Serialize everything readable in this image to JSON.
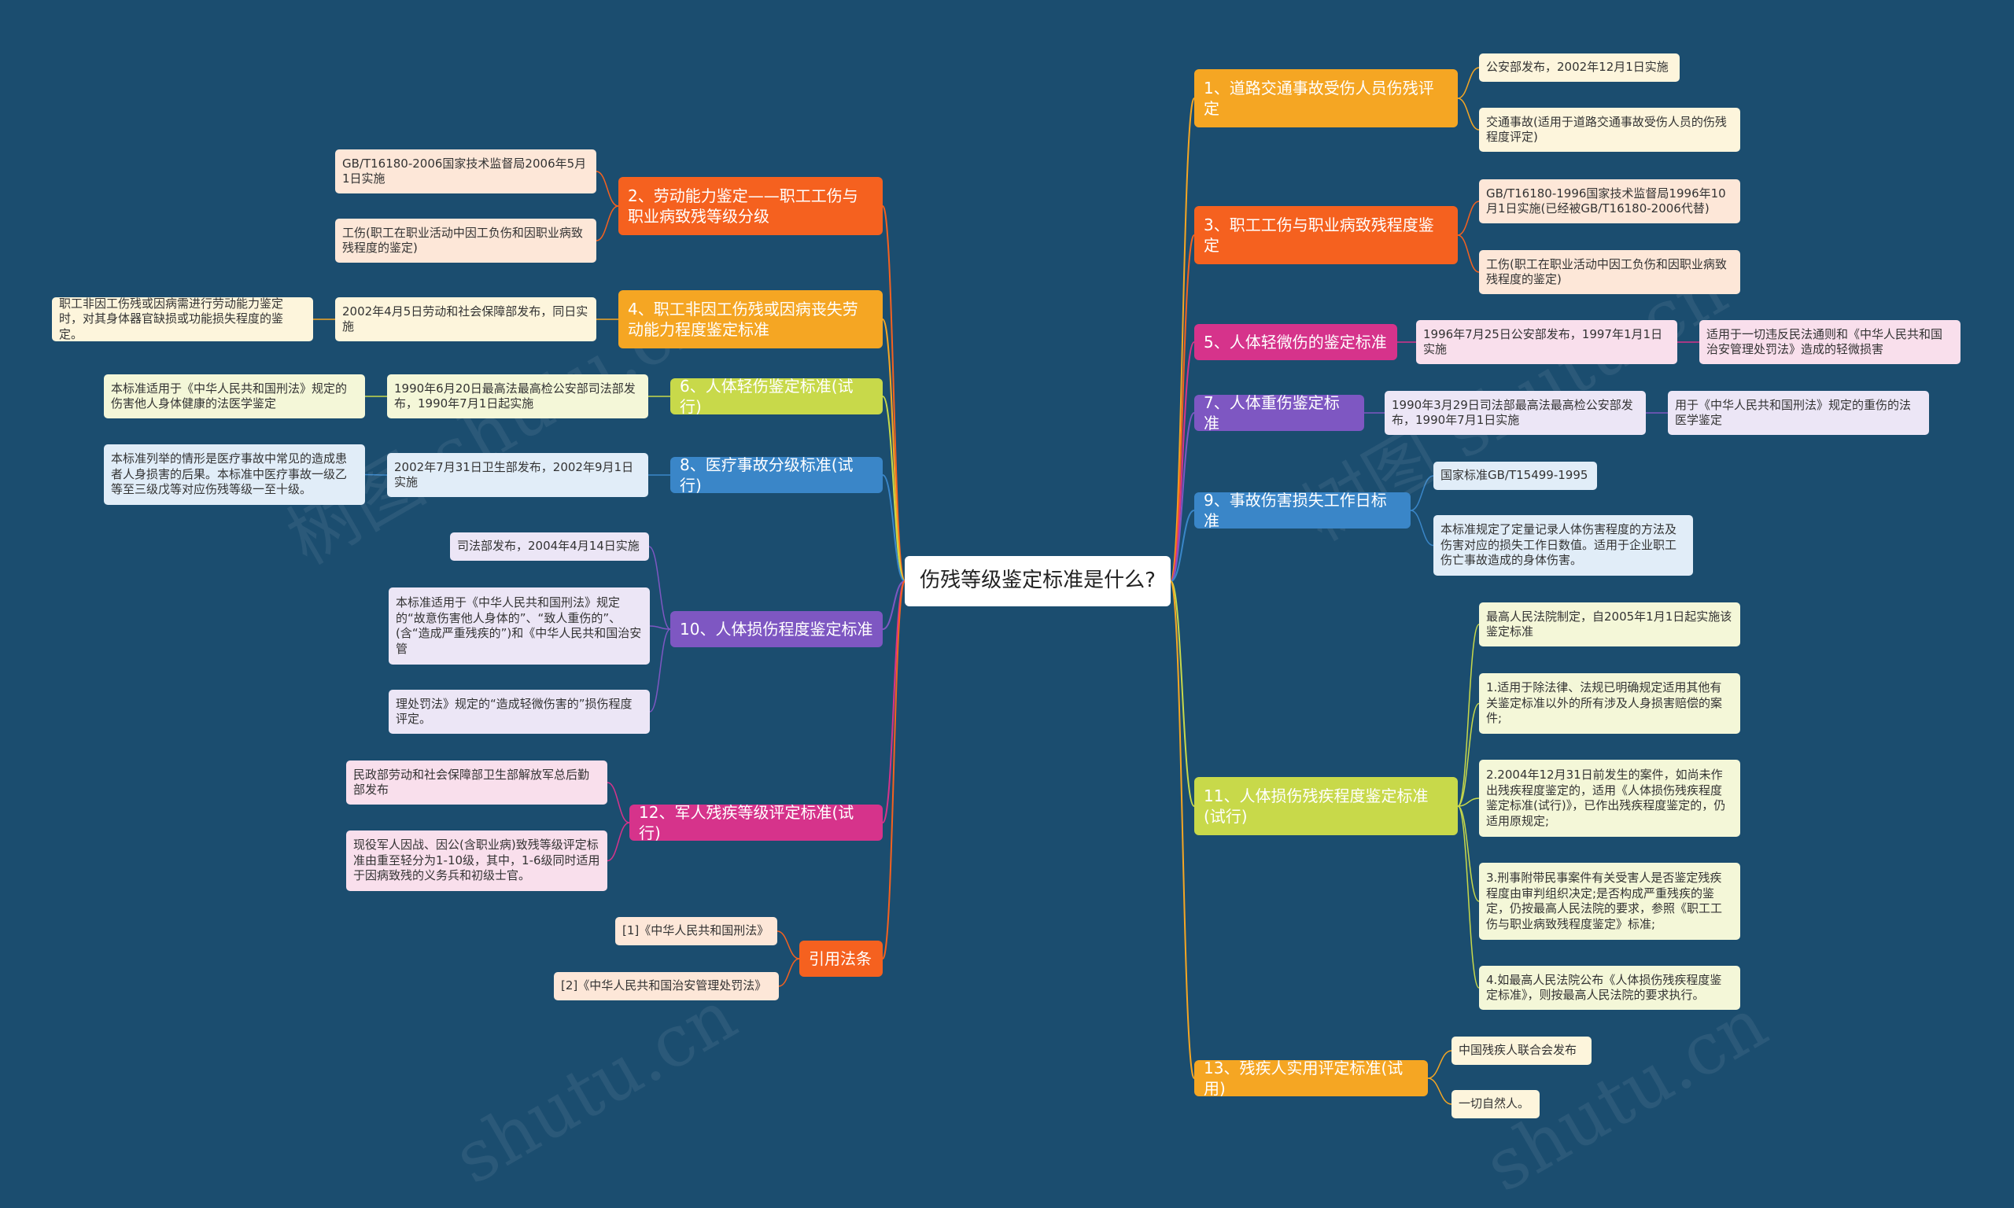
{
  "colors": {
    "background": "#1b4d6f",
    "orange": "#f5a623",
    "red_orange": "#f5611f",
    "purple": "#7e57c2",
    "magenta": "#d6338b",
    "blue": "#3a86c8",
    "lime": "#c8d94a",
    "leaf_yellow": "#fdf5dc",
    "leaf_peach": "#fde7d8",
    "leaf_lavender": "#ece6f6",
    "leaf_pink": "#f9dfec",
    "leaf_blue": "#e1edf8",
    "leaf_lime": "#f4f7d8"
  },
  "root": {
    "label": "伤残等级鉴定标准是什么?"
  },
  "right_branches": [
    {
      "label": "1、道路交通事故受伤人员伤残评定",
      "leaves": [
        "公安部发布，2002年12月1日实施",
        "交通事故(适用于道路交通事故受伤人员的伤残程度评定)"
      ]
    },
    {
      "label": "3、职工工伤与职业病致残程度鉴定",
      "leaves": [
        "GB/T16180-1996国家技术监督局1996年10月1日实施(已经被GB/T16180-2006代替)",
        "工伤(职工在职业活动中因工负伤和因职业病致残程度的鉴定)"
      ]
    },
    {
      "label": "5、人体轻微伤的鉴定标准",
      "leaves": [
        "1996年7月25日公安部发布，1997年1月1日实施"
      ],
      "subleaf": "适用于一切违反民法通则和《中华人民共和国治安管理处罚法》造成的轻微损害"
    },
    {
      "label": "7、人体重伤鉴定标准",
      "leaves": [
        "1990年3月29日司法部最高法最高检公安部发布，1990年7月1日实施"
      ],
      "subleaf": "用于《中华人民共和国刑法》规定的重伤的法医学鉴定"
    },
    {
      "label": "9、事故伤害损失工作日标准",
      "leaves": [
        "国家标准GB/T15499-1995",
        "本标准规定了定量记录人体伤害程度的方法及伤害对应的损失工作日数值。适用于企业职工伤亡事故造成的身体伤害。"
      ]
    },
    {
      "label": "11、人体损伤残疾程度鉴定标准(试行)",
      "leaves": [
        "最高人民法院制定，自2005年1月1日起实施该鉴定标准",
        "1.适用于除法律、法规已明确规定适用其他有关鉴定标准以外的所有涉及人身损害赔偿的案件;",
        "2.2004年12月31日前发生的案件，如尚未作出残疾程度鉴定的，适用《人体损伤残疾程度鉴定标准(试行)》，已作出残疾程度鉴定的，仍适用原规定;",
        "3.刑事附带民事案件有关受害人是否鉴定残疾程度由审判组织决定;是否构成严重残疾的鉴定，仍按最高人民法院的要求，参照《职工工伤与职业病致残程度鉴定》标准;",
        "4.如最高人民法院公布《人体损伤残疾程度鉴定标准》，则按最高人民法院的要求执行。"
      ]
    },
    {
      "label": "13、残疾人实用评定标准(试用)",
      "leaves": [
        "中国残疾人联合会发布",
        "一切自然人。"
      ]
    }
  ],
  "left_branches": [
    {
      "label": "2、劳动能力鉴定——职工工伤与职业病致残等级分级",
      "leaves": [
        "GB/T16180-2006国家技术监督局2006年5月1日实施",
        "工伤(职工在职业活动中因工负伤和因职业病致残程度的鉴定)"
      ]
    },
    {
      "label": "4、职工非因工伤残或因病丧失劳动能力程度鉴定标准",
      "leaves": [
        "2002年4月5日劳动和社会保障部发布，同日实施"
      ],
      "subleaf": "职工非因工伤残或因病需进行劳动能力鉴定时，对其身体器官缺损或功能损失程度的鉴定。"
    },
    {
      "label": "6、人体轻伤鉴定标准(试行)",
      "leaves": [
        "1990年6月20日最高法最高检公安部司法部发布，1990年7月1日起实施"
      ],
      "subleaf": "本标准适用于《中华人民共和国刑法》规定的伤害他人身体健康的法医学鉴定"
    },
    {
      "label": "8、医疗事故分级标准(试行)",
      "leaves": [
        "2002年7月31日卫生部发布，2002年9月1日实施"
      ],
      "subleaf": "本标准列举的情形是医疗事故中常见的造成患者人身损害的后果。本标准中医疗事故一级乙等至三级戊等对应伤残等级一至十级。"
    },
    {
      "label": "10、人体损伤程度鉴定标准",
      "leaves": [
        "司法部发布，2004年4月14日实施",
        "本标准适用于《中华人民共和国刑法》规定的“故意伤害他人身体的”、“致人重伤的”、(含“造成严重残疾的”)和《中华人民共和国治安管",
        "理处罚法》规定的“造成轻微伤害的”损伤程度评定。"
      ]
    },
    {
      "label": "12、军人残疾等级评定标准(试行)",
      "leaves": [
        "民政部劳动和社会保障部卫生部解放军总后勤部发布",
        "现役军人因战、因公(含职业病)致残等级评定标准由重至轻分为1-10级，其中，1-6级同时适用于因病致残的义务兵和初级士官。"
      ]
    },
    {
      "label": "引用法条",
      "leaves": [
        "[1]《中华人民共和国刑法》",
        "[2]《中华人民共和国治安管理处罚法》"
      ]
    }
  ],
  "watermarks": [
    "树图 shutu.cn",
    "树图 shutu.cn",
    "shutu.cn",
    "shutu.cn"
  ]
}
